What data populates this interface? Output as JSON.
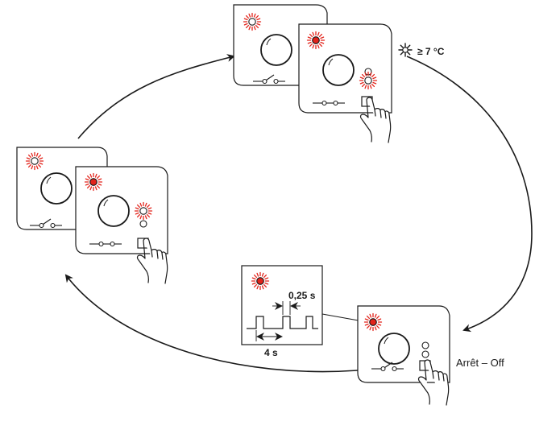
{
  "labels": {
    "temp": "≥ 7 °C",
    "off": "Arrêt  – Off",
    "pulse_width": "0,25 s",
    "period": "4 s"
  },
  "colors": {
    "line": "#1a1a1a",
    "led_red": "#e2231a",
    "panel_fill": "#ffffff"
  },
  "icons": [
    "led-flash-icon",
    "knob-icon",
    "switch-symbol-icon",
    "pointing-hand-icon",
    "frost-icon",
    "cycle-arrow-icon"
  ]
}
